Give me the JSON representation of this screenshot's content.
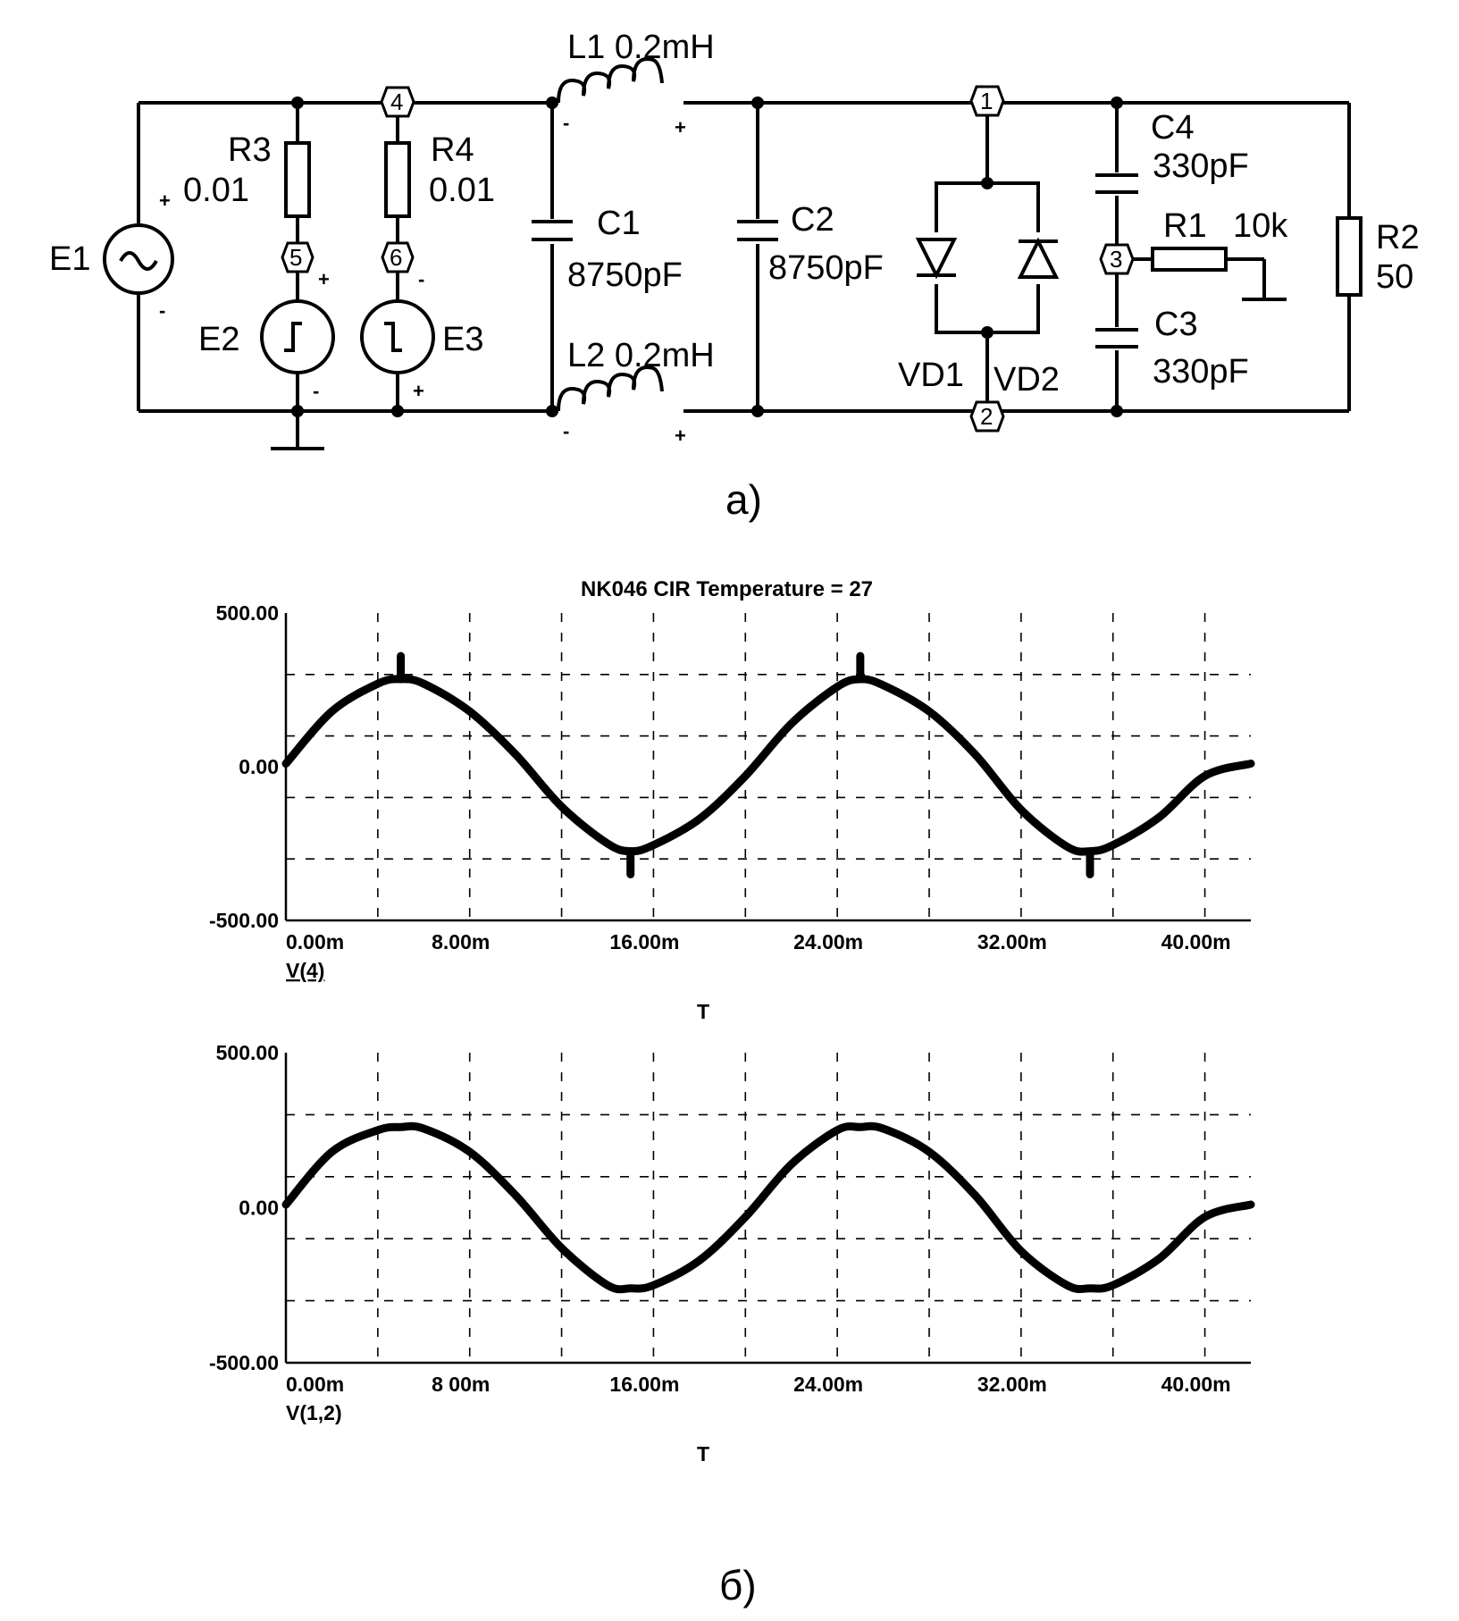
{
  "schematic": {
    "components": {
      "E1": "E1",
      "E2": "E2",
      "E3": "E3",
      "R3": "R3",
      "R3_val": "0.01",
      "R4": "R4",
      "R4_val": "0.01",
      "L1": "L1 0.2mH",
      "L2": "L2 0.2mH",
      "C1": "C1",
      "C1_val": "8750pF",
      "C2": "C2",
      "C2_val": "8750pF",
      "VD1": "VD1",
      "VD2": "VD2",
      "C4": "C4",
      "C4_val": "330pF",
      "C3": "C3",
      "C3_val": "330pF",
      "R1": "R1",
      "R1_val": "10k",
      "R2": "R2",
      "R2_val": "50"
    },
    "nodes": [
      "1",
      "2",
      "3",
      "4",
      "5",
      "6"
    ],
    "polarity": {
      "plus": "+",
      "minus": "-"
    },
    "caption": "а)"
  },
  "plots": {
    "title": "NK046 CIR Temperature = 27",
    "caption": "б)"
  },
  "chart_data": [
    {
      "type": "line",
      "title": "NK046 CIR Temperature = 27",
      "xlabel": "T",
      "ylabel": "V(4)",
      "xlim": [
        0,
        42
      ],
      "ylim": [
        -500,
        500
      ],
      "x_ticks": [
        "0.00m",
        "8.00m",
        "16.00m",
        "24.00m",
        "32.00m",
        "40.00m"
      ],
      "y_ticks": [
        "500.00",
        "0.00",
        "-500.00"
      ],
      "series": [
        {
          "name": "V(4)",
          "x": [
            0,
            2,
            4,
            5,
            6,
            8,
            10,
            12,
            14,
            15,
            16,
            18,
            20,
            22,
            24,
            25,
            26,
            28,
            30,
            32,
            34,
            35,
            36,
            38,
            40,
            42
          ],
          "y": [
            10,
            180,
            270,
            285,
            270,
            180,
            40,
            -130,
            -250,
            -275,
            -255,
            -170,
            -30,
            140,
            260,
            285,
            265,
            180,
            40,
            -140,
            -260,
            -275,
            -255,
            -165,
            -30,
            10
          ]
        }
      ],
      "spikes_at_x": [
        5,
        15,
        25,
        35
      ]
    },
    {
      "type": "line",
      "title": "",
      "xlabel": "T",
      "ylabel": "V(1,2)",
      "xlim": [
        0,
        42
      ],
      "ylim": [
        -500,
        500
      ],
      "x_ticks": [
        "0.00m",
        "8 00m",
        "16.00m",
        "24.00m",
        "32.00m",
        "40.00m"
      ],
      "y_ticks": [
        "500.00",
        "0.00",
        "-500.00"
      ],
      "series": [
        {
          "name": "V(1,2)",
          "x": [
            0,
            2,
            4,
            5,
            6,
            8,
            10,
            12,
            14,
            15,
            16,
            18,
            20,
            22,
            24,
            25,
            26,
            28,
            30,
            32,
            34,
            35,
            36,
            38,
            40,
            42
          ],
          "y": [
            10,
            180,
            250,
            260,
            255,
            180,
            40,
            -130,
            -250,
            -260,
            -250,
            -170,
            -30,
            140,
            250,
            260,
            255,
            180,
            40,
            -140,
            -250,
            -260,
            -250,
            -165,
            -30,
            10
          ]
        }
      ]
    }
  ]
}
